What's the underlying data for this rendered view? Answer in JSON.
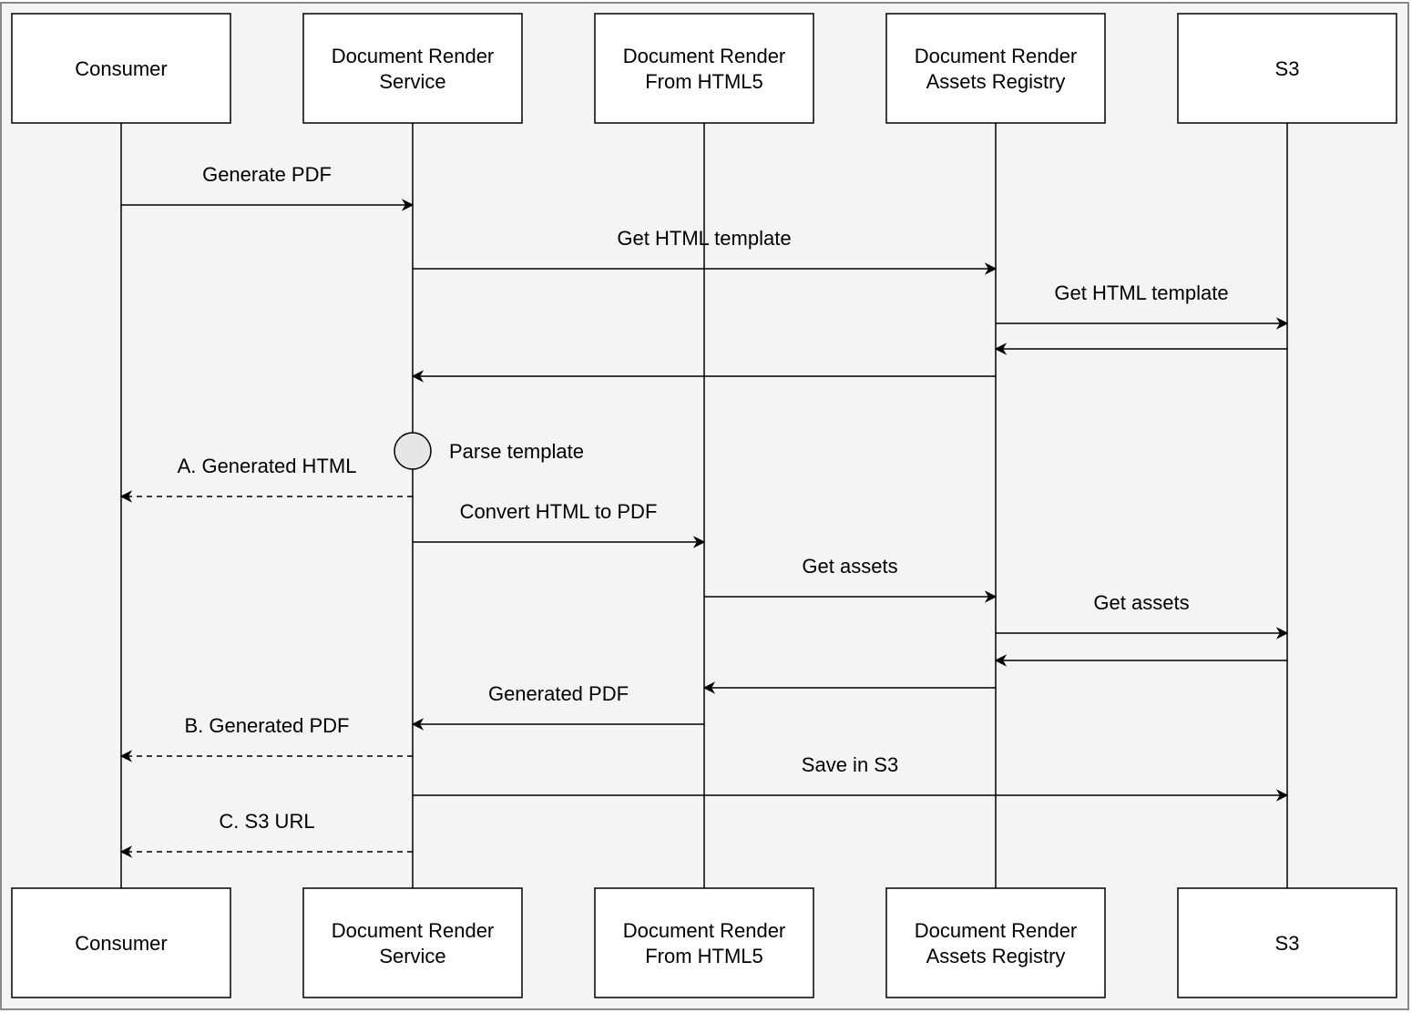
{
  "colors": {
    "background": "#f4f4f4",
    "frame": "#888888",
    "stroke": "#000000",
    "box_fill": "#ffffff",
    "activity_fill": "#e6e6e6"
  },
  "participants": [
    {
      "id": "consumer",
      "lines": [
        "Consumer"
      ]
    },
    {
      "id": "render-service",
      "lines": [
        "Document Render",
        "Service"
      ]
    },
    {
      "id": "from-html5",
      "lines": [
        "Document Render",
        "From HTML5"
      ]
    },
    {
      "id": "assets-registry",
      "lines": [
        "Document Render",
        "Assets Registry"
      ]
    },
    {
      "id": "s3",
      "lines": [
        "S3"
      ]
    }
  ],
  "messages": [
    {
      "from": 0,
      "to": 1,
      "label": "Generate PDF",
      "style": "solid"
    },
    {
      "from": 1,
      "to": 3,
      "label": "Get HTML template",
      "style": "solid"
    },
    {
      "from": 3,
      "to": 4,
      "label": "Get HTML template",
      "style": "solid"
    },
    {
      "from": 4,
      "to": 3,
      "label": "",
      "style": "solid"
    },
    {
      "from": 3,
      "to": 1,
      "label": "",
      "style": "solid"
    },
    {
      "from": 1,
      "to": 0,
      "label": "A. Generated HTML",
      "style": "dashed"
    },
    {
      "from": 1,
      "to": 2,
      "label": "Convert HTML to PDF",
      "style": "solid"
    },
    {
      "from": 2,
      "to": 3,
      "label": "Get assets",
      "style": "solid"
    },
    {
      "from": 3,
      "to": 4,
      "label": "Get assets",
      "style": "solid"
    },
    {
      "from": 4,
      "to": 3,
      "label": "",
      "style": "solid"
    },
    {
      "from": 3,
      "to": 2,
      "label": "",
      "style": "solid"
    },
    {
      "from": 2,
      "to": 1,
      "label": "Generated PDF",
      "style": "solid"
    },
    {
      "from": 1,
      "to": 0,
      "label": "B. Generated PDF",
      "style": "dashed"
    },
    {
      "from": 1,
      "to": 4,
      "label": "Save in S3",
      "style": "solid"
    },
    {
      "from": 1,
      "to": 0,
      "label": "C. S3 URL",
      "style": "dashed"
    }
  ],
  "activity": {
    "participant": 1,
    "label": "Parse template"
  }
}
